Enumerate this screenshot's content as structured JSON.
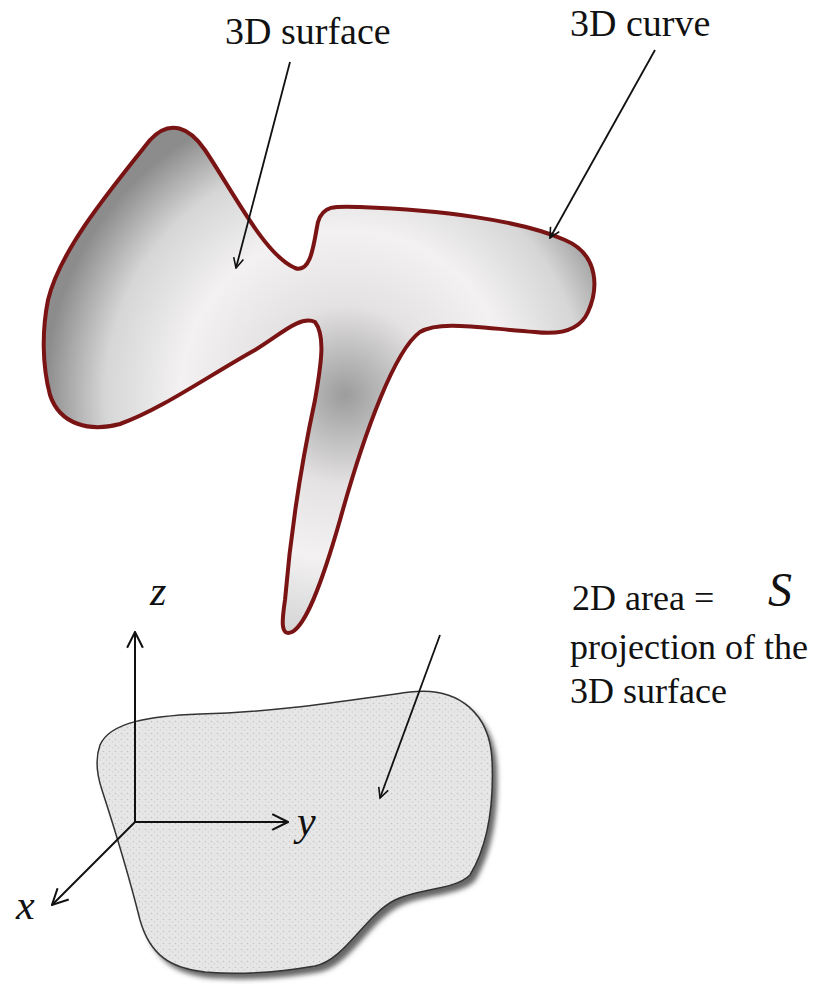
{
  "diagram": {
    "labels": [
      "3D surface",
      "3D curve",
      "z",
      "2D area =",
      "S",
      "projection of the 3D surface",
      "y",
      "x"
    ]
  }
}
